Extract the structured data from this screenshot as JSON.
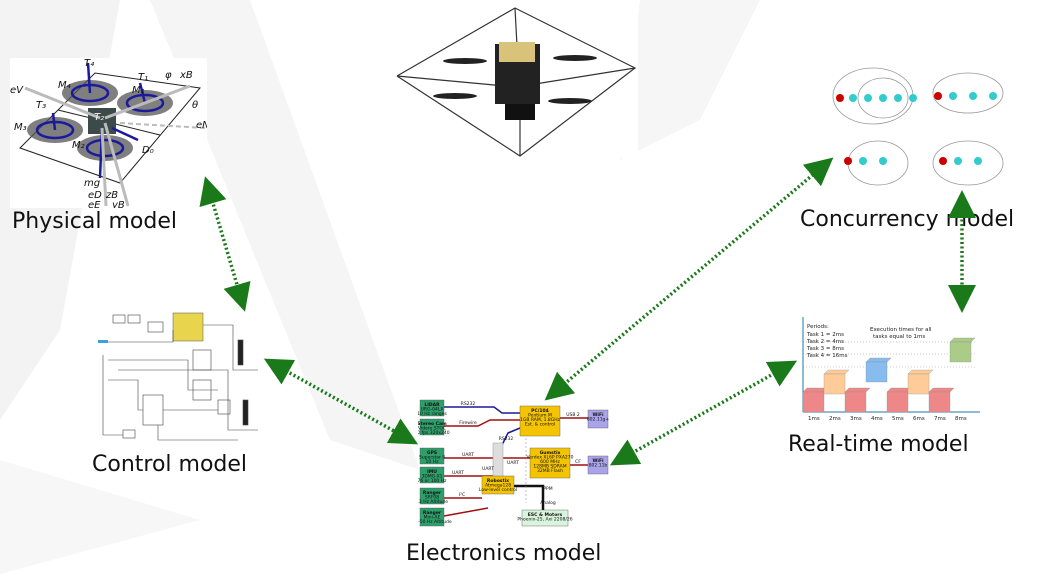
{
  "labels": {
    "physical": "Physical model",
    "concurrency": "Concurrency model",
    "control": "Control model",
    "realtime": "Real-time model",
    "electronics": "Electronics model"
  },
  "physical_model": {
    "symbols": [
      "T4",
      "T1",
      "T3",
      "T2",
      "M4",
      "M1",
      "M3",
      "M2",
      "eV",
      "φ",
      "xB",
      "θ",
      "eN",
      "D0",
      "mg",
      "eD",
      "zB",
      "eE",
      "yB"
    ]
  },
  "realtime_model": {
    "periods_title": "Periods:",
    "periods": [
      "Task 1 = 2ms",
      "Task 2 = 4ms",
      "Task 3 = 8ms",
      "Task 4 = 16ms"
    ],
    "note_line1": "Execution times for all",
    "note_line2": "tasks equal to 1ms",
    "ticks": [
      "1ms",
      "2ms",
      "3ms",
      "4ms",
      "5ms",
      "6ms",
      "7ms",
      "8ms"
    ]
  },
  "electronics_model": {
    "blocks": {
      "lidar": [
        "LIDAR",
        "URG-04LX",
        "10 Hz ranges"
      ],
      "stereo": [
        "Stereo Cam",
        "Videre STOC",
        "30 fps 320x240"
      ],
      "gps": [
        "GPS",
        "Superstar II",
        "10 Hz"
      ],
      "imu": [
        "IMU",
        "3DMG-X1",
        "76 or 100 Hz"
      ],
      "ranger1": [
        "Ranger",
        "SRF08",
        "13 Hz Altitude"
      ],
      "ranger2": [
        "Ranger",
        "Mini-AE",
        "10-50 Hz Altitude"
      ],
      "pc104": [
        "PC/104",
        "Pentium M",
        "1GB RAM, 1.8GHz",
        "Est. & control"
      ],
      "gumstix": [
        "Gumstix",
        "Verdex XL6P PXA270",
        "600 MHz",
        "128MB SDRAM",
        "32MB Flash"
      ],
      "robostix": [
        "Robostix",
        "Atmega128",
        "Low-level control"
      ],
      "wifi1": [
        "WiFi",
        "802.11g+"
      ],
      "wifi2": [
        "WiFi",
        "802.11b"
      ],
      "esc": [
        "ESC & Motors",
        "Phoenix-25, Axi 2208/26"
      ]
    },
    "links": [
      "RS232",
      "Firewire",
      "RS232",
      "USB 2",
      "UART",
      "UART",
      "UART",
      "UART",
      "I²C",
      "CF",
      "PPM",
      "Analog"
    ]
  },
  "colors": {
    "arrow": "#1a7a1a",
    "block_green": "#2e9e6a",
    "block_yellow": "#f5c400",
    "block_wifi": "#a9a3ea",
    "bus_blue": "#1a1a9a",
    "bus_red": "#a01010"
  }
}
